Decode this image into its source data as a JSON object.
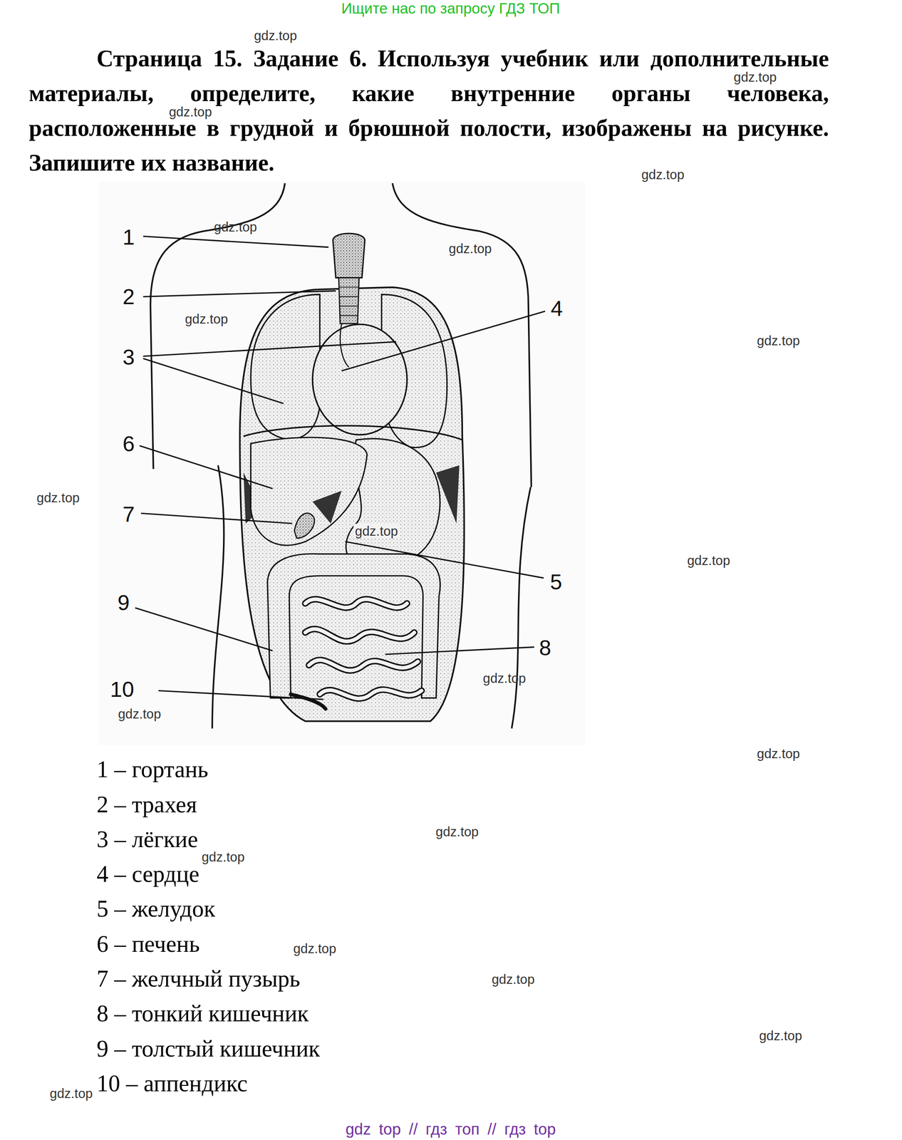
{
  "diagram": {
    "title": "Страница 15. Задание 6. Используя учебник или дополнительные материалы, определите, какие внутренние органы человека, расположенные в грудной и брюшной полости, изображены на рисунке. Запишите их название.",
    "labels": [
      "Ищите нас по запросу ГДЗ ТОП",
      "gdz.top",
      "gdz.top",
      "gdz.top",
      "gdz.top",
      "1",
      "gdz.top",
      "gdz.top",
      "2",
      "4",
      "gdz.top",
      "gdz.top",
      "3",
      "6",
      "gdz.top",
      "7",
      "gdz.top",
      "gdz.top",
      "5",
      "9",
      "8",
      "gdz.top",
      "10",
      "gdz.top",
      "gdz.top",
      "1 – гортань",
      "2 – трахея",
      "gdz.top",
      "3 – лёгкие",
      "gdz.top",
      "4 – сердце",
      "5 – желудок",
      "6 – печень",
      "gdz.top",
      "7 – желчный пузырь",
      "gdz.top",
      "8 – тонкий кишечник",
      "gdz.top",
      "9 – толстый кишечник",
      "10 – аппендикс",
      "gdz.top",
      "gdz top // гдз топ // гдз top"
    ]
  }
}
